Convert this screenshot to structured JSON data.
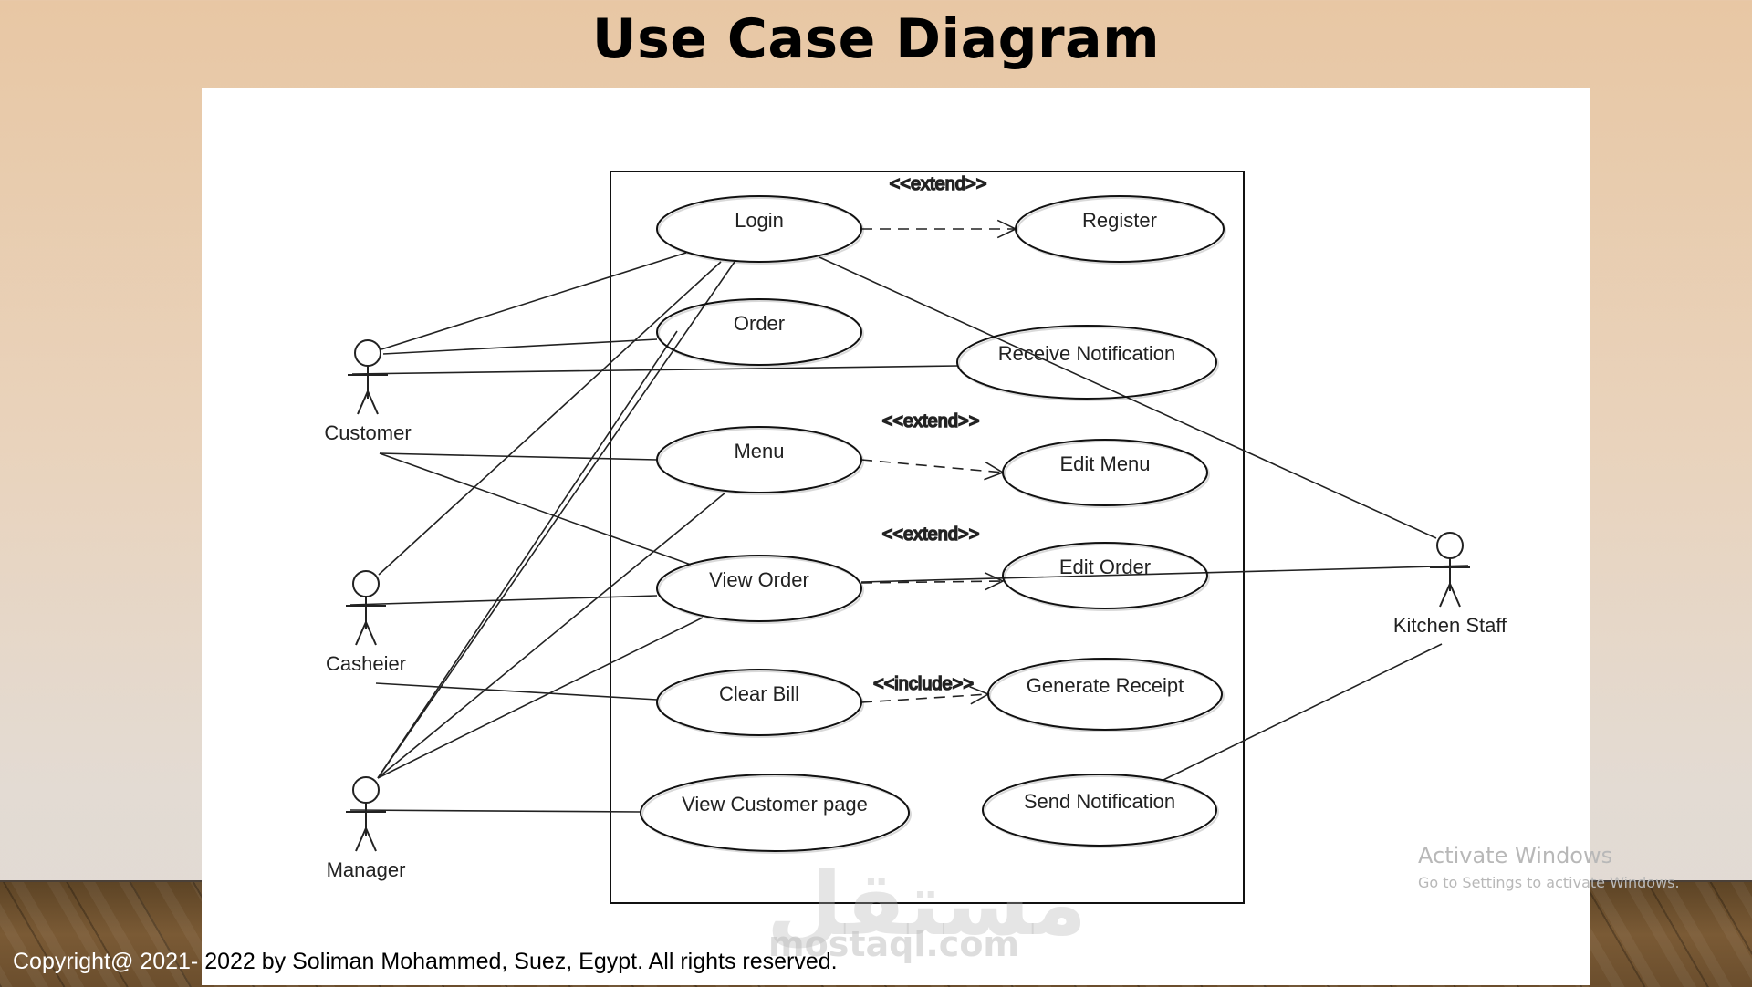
{
  "slide": {
    "title": "Use Case Diagram",
    "copyright_prefix": "Copyright@ 2021-",
    "copyright_rest": " 2022 by Soliman Mohammed, Suez, Egypt. All rights reserved."
  },
  "watermark": {
    "arabic": "مستقل",
    "latin": "mostaql.com"
  },
  "os_overlay": {
    "activate_title": "Activate Windows",
    "activate_subtitle": "Go to Settings to activate Windows."
  },
  "diagram": {
    "actors": [
      {
        "id": "customer",
        "label": "Customer"
      },
      {
        "id": "casheier",
        "label": "Casheier"
      },
      {
        "id": "manager",
        "label": "Manager"
      },
      {
        "id": "kitchen",
        "label": "Kitchen Staff"
      }
    ],
    "use_cases": [
      {
        "id": "login",
        "label": "Login"
      },
      {
        "id": "register",
        "label": "Register"
      },
      {
        "id": "order",
        "label": "Order"
      },
      {
        "id": "receive_notification",
        "label": "Receive Notification"
      },
      {
        "id": "menu",
        "label": "Menu"
      },
      {
        "id": "edit_menu",
        "label": "Edit Menu"
      },
      {
        "id": "view_order",
        "label": "View Order"
      },
      {
        "id": "edit_order",
        "label": "Edit Order"
      },
      {
        "id": "clear_bill",
        "label": "Clear Bill"
      },
      {
        "id": "generate_receipt",
        "label": "Generate Receipt"
      },
      {
        "id": "view_customer_page",
        "label": "View Customer page"
      },
      {
        "id": "send_notification",
        "label": "Send Notification"
      }
    ],
    "relationships": [
      {
        "from": "login",
        "to": "register",
        "type": "extend",
        "label": "<<extend>>"
      },
      {
        "from": "menu",
        "to": "edit_menu",
        "type": "extend",
        "label": "<<extend>>"
      },
      {
        "from": "view_order",
        "to": "edit_order",
        "type": "extend",
        "label": "<<extend>>"
      },
      {
        "from": "clear_bill",
        "to": "generate_receipt",
        "type": "include",
        "label": "<<include>>"
      }
    ],
    "associations": [
      {
        "actor": "customer",
        "use_case": "login"
      },
      {
        "actor": "customer",
        "use_case": "order"
      },
      {
        "actor": "customer",
        "use_case": "receive_notification"
      },
      {
        "actor": "customer",
        "use_case": "menu"
      },
      {
        "actor": "customer",
        "use_case": "view_order"
      },
      {
        "actor": "casheier",
        "use_case": "login"
      },
      {
        "actor": "casheier",
        "use_case": "view_order"
      },
      {
        "actor": "casheier",
        "use_case": "clear_bill"
      },
      {
        "actor": "manager",
        "use_case": "login"
      },
      {
        "actor": "manager",
        "use_case": "order"
      },
      {
        "actor": "manager",
        "use_case": "menu"
      },
      {
        "actor": "manager",
        "use_case": "view_order"
      },
      {
        "actor": "manager",
        "use_case": "view_customer_page"
      },
      {
        "actor": "kitchen",
        "use_case": "login"
      },
      {
        "actor": "kitchen",
        "use_case": "edit_order"
      },
      {
        "actor": "kitchen",
        "use_case": "send_notification"
      }
    ]
  }
}
